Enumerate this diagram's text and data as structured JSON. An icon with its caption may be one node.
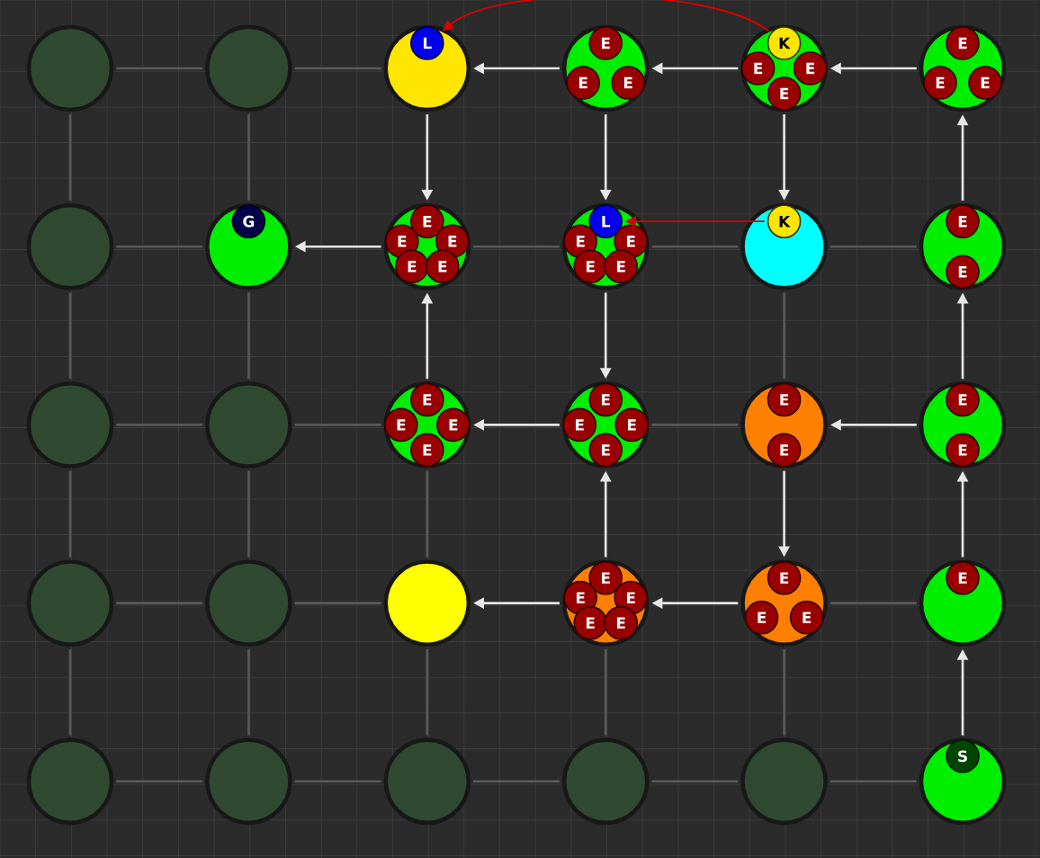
{
  "diagram": {
    "nodes": [
      {
        "text": [],
        "shape": "circle"
      },
      {
        "text": [],
        "shape": "circle"
      },
      {
        "text": [],
        "shape": "circle"
      },
      {
        "text": [],
        "shape": "circle"
      },
      {
        "text": [],
        "shape": "circle"
      },
      {
        "text": [],
        "shape": "circle"
      },
      {
        "text": [],
        "shape": "circle"
      },
      {
        "text": [],
        "shape": "circle"
      },
      {
        "text": [],
        "shape": "circle"
      },
      {
        "text": [],
        "shape": "circle"
      },
      {
        "text": [],
        "shape": "circle"
      },
      {
        "text": [],
        "shape": "circle"
      },
      {
        "text": [],
        "shape": "circle"
      },
      {
        "text": [],
        "shape": "circle"
      },
      {
        "text": [],
        "shape": "circle"
      },
      {
        "text": [],
        "shape": "circle"
      },
      {
        "text": [],
        "shape": "circle"
      },
      {
        "text": [],
        "shape": "circle"
      },
      {
        "text": [],
        "shape": "circle"
      },
      {
        "text": [],
        "shape": "circle"
      },
      {
        "text": [],
        "shape": "circle"
      },
      {
        "text": [],
        "shape": "circle"
      },
      {
        "text": [],
        "shape": "circle"
      },
      {
        "text": [],
        "shape": "circle"
      },
      {
        "text": [],
        "shape": "circle"
      },
      {
        "text": [],
        "shape": "circle"
      },
      {
        "text": [],
        "shape": "circle"
      },
      {
        "text": [],
        "shape": "circle"
      },
      {
        "text": [],
        "shape": "circle"
      },
      {
        "text": [],
        "shape": "circle"
      },
      {
        "text": [
          "L"
        ],
        "in": 2
      },
      {
        "text": [
          "E"
        ],
        "in": 3
      },
      {
        "text": [
          "E"
        ],
        "in": 3
      },
      {
        "text": [
          "E"
        ],
        "in": 3
      },
      {
        "text": [
          "K"
        ],
        "in": 4
      },
      {
        "text": [
          "E"
        ],
        "in": 4
      },
      {
        "text": [
          "E"
        ],
        "in": 4
      },
      {
        "text": [
          "E"
        ],
        "in": 4
      },
      {
        "text": [
          "E"
        ],
        "in": 5
      },
      {
        "text": [
          "E"
        ],
        "in": 5
      },
      {
        "text": [
          "E"
        ],
        "in": 5
      },
      {
        "text": [
          "G"
        ],
        "in": 7
      },
      {
        "text": [
          "E"
        ],
        "in": 8
      },
      {
        "text": [
          "E"
        ],
        "in": 8
      },
      {
        "text": [
          "E"
        ],
        "in": 8
      },
      {
        "text": [
          "E"
        ],
        "in": 8
      },
      {
        "text": [
          "E"
        ],
        "in": 8
      },
      {
        "text": [
          "L"
        ],
        "in": 9
      },
      {
        "text": [
          "E"
        ],
        "in": 9
      },
      {
        "text": [
          "E"
        ],
        "in": 9
      },
      {
        "text": [
          "E"
        ],
        "in": 9
      },
      {
        "text": [
          "E"
        ],
        "in": 9
      },
      {
        "text": [
          "K"
        ],
        "in": 10
      },
      {
        "text": [
          "E"
        ],
        "in": 11
      },
      {
        "text": [
          "E"
        ],
        "in": 11
      },
      {
        "text": [
          "E"
        ],
        "in": 14
      },
      {
        "text": [
          "E"
        ],
        "in": 14
      },
      {
        "text": [
          "E"
        ],
        "in": 14
      },
      {
        "text": [
          "E"
        ],
        "in": 14
      },
      {
        "text": [
          "E"
        ],
        "in": 15
      },
      {
        "text": [
          "E"
        ],
        "in": 15
      },
      {
        "text": [
          "E"
        ],
        "in": 15
      },
      {
        "text": [
          "E"
        ],
        "in": 15
      },
      {
        "text": [
          "E"
        ],
        "in": 16
      },
      {
        "text": [
          "E"
        ],
        "in": 16
      },
      {
        "text": [
          "E"
        ],
        "in": 17
      },
      {
        "text": [
          "E"
        ],
        "in": 17
      },
      {
        "text": [
          "E"
        ],
        "in": 21
      },
      {
        "text": [
          "E"
        ],
        "in": 21
      },
      {
        "text": [
          "E"
        ],
        "in": 21
      },
      {
        "text": [
          "E"
        ],
        "in": 21
      },
      {
        "text": [
          "E"
        ],
        "in": 21
      },
      {
        "text": [
          "E"
        ],
        "in": 22
      },
      {
        "text": [
          "E"
        ],
        "in": 22
      },
      {
        "text": [
          "E"
        ],
        "in": 22
      },
      {
        "text": [
          "E"
        ],
        "in": 23
      },
      {
        "text": [
          "S"
        ],
        "in": 29
      }
    ],
    "edges": [
      {
        "from": 0,
        "to": 1,
        "arrow": "none"
      },
      {
        "from": 1,
        "to": 2,
        "arrow": "none"
      },
      {
        "from": 6,
        "to": 7,
        "arrow": "none"
      },
      {
        "from": 8,
        "to": 9,
        "arrow": "none"
      },
      {
        "from": 9,
        "to": 10,
        "arrow": "none"
      },
      {
        "from": 10,
        "to": 11,
        "arrow": "none"
      },
      {
        "from": 12,
        "to": 13,
        "arrow": "none"
      },
      {
        "from": 13,
        "to": 14,
        "arrow": "none"
      },
      {
        "from": 15,
        "to": 16,
        "arrow": "none"
      },
      {
        "from": 18,
        "to": 19,
        "arrow": "none"
      },
      {
        "from": 19,
        "to": 20,
        "arrow": "none"
      },
      {
        "from": 22,
        "to": 23,
        "arrow": "none"
      },
      {
        "from": 24,
        "to": 25,
        "arrow": "none"
      },
      {
        "from": 25,
        "to": 26,
        "arrow": "none"
      },
      {
        "from": 26,
        "to": 27,
        "arrow": "none"
      },
      {
        "from": 27,
        "to": 28,
        "arrow": "none"
      },
      {
        "from": 28,
        "to": 29,
        "arrow": "none"
      },
      {
        "from": 0,
        "to": 6,
        "arrow": "none"
      },
      {
        "from": 6,
        "to": 12,
        "arrow": "none"
      },
      {
        "from": 12,
        "to": 18,
        "arrow": "none"
      },
      {
        "from": 18,
        "to": 24,
        "arrow": "none"
      },
      {
        "from": 1,
        "to": 7,
        "arrow": "none"
      },
      {
        "from": 7,
        "to": 13,
        "arrow": "none"
      },
      {
        "from": 13,
        "to": 19,
        "arrow": "none"
      },
      {
        "from": 19,
        "to": 25,
        "arrow": "none"
      },
      {
        "from": 14,
        "to": 20,
        "arrow": "none"
      },
      {
        "from": 20,
        "to": 26,
        "arrow": "none"
      },
      {
        "from": 21,
        "to": 27,
        "arrow": "none"
      },
      {
        "from": 10,
        "to": 16,
        "arrow": "none"
      },
      {
        "from": 22,
        "to": 28,
        "arrow": "none"
      },
      {
        "from": 3,
        "to": 2,
        "arrow": "to",
        "color": "#e6e6e6"
      },
      {
        "from": 4,
        "to": 3,
        "arrow": "to",
        "color": "#e6e6e6"
      },
      {
        "from": 5,
        "to": 4,
        "arrow": "to",
        "color": "#e6e6e6"
      },
      {
        "from": 2,
        "to": 8,
        "arrow": "to",
        "color": "#e6e6e6"
      },
      {
        "from": 3,
        "to": 9,
        "arrow": "to",
        "color": "#e6e6e6"
      },
      {
        "from": 4,
        "to": 10,
        "arrow": "to",
        "color": "#e6e6e6"
      },
      {
        "from": 11,
        "to": 5,
        "arrow": "to",
        "color": "#e6e6e6"
      },
      {
        "from": 8,
        "to": 7,
        "arrow": "to",
        "color": "#e6e6e6"
      },
      {
        "from": 14,
        "to": 8,
        "arrow": "to",
        "color": "#e6e6e6"
      },
      {
        "from": 9,
        "to": 15,
        "arrow": "to",
        "color": "#e6e6e6"
      },
      {
        "from": 17,
        "to": 11,
        "arrow": "to",
        "color": "#e6e6e6"
      },
      {
        "from": 15,
        "to": 14,
        "arrow": "to",
        "color": "#e6e6e6"
      },
      {
        "from": 17,
        "to": 16,
        "arrow": "to",
        "color": "#e6e6e6"
      },
      {
        "from": 21,
        "to": 15,
        "arrow": "to",
        "color": "#e6e6e6"
      },
      {
        "from": 16,
        "to": 22,
        "arrow": "to",
        "color": "#e6e6e6"
      },
      {
        "from": 23,
        "to": 17,
        "arrow": "to",
        "color": "#e6e6e6"
      },
      {
        "from": 22,
        "to": 21,
        "arrow": "to",
        "color": "#e6e6e6"
      },
      {
        "from": 21,
        "to": 20,
        "arrow": "to",
        "color": "#e6e6e6"
      },
      {
        "from": 29,
        "to": 23,
        "arrow": "to",
        "color": "#e6e6e6"
      },
      {
        "from": 34,
        "to": 30,
        "arrow": "to",
        "color": "#dd0000"
      },
      {
        "from": 52,
        "to": 47,
        "arrow": "to",
        "color": "#dd0000"
      }
    ]
  }
}
